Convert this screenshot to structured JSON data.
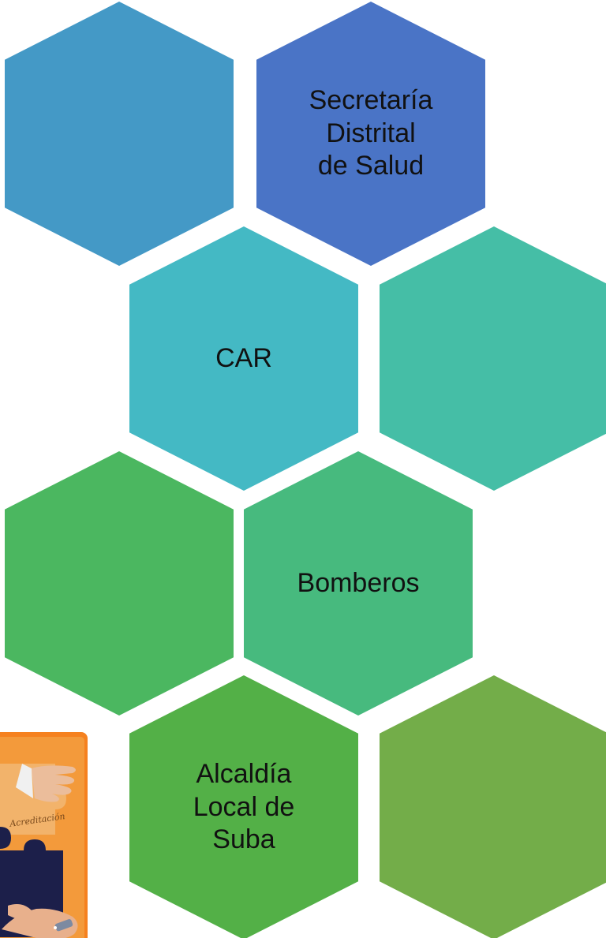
{
  "hexagons": [
    {
      "id": "h1",
      "label": "",
      "color": "#4499c6"
    },
    {
      "id": "h2",
      "label": "Secretaría\nDistrital\nde Salud",
      "color": "#4a74c6"
    },
    {
      "id": "h3",
      "label": "CAR",
      "color": "#44b9c4"
    },
    {
      "id": "h4",
      "label": "",
      "color": "#45bea6"
    },
    {
      "id": "h5",
      "label": "",
      "color": "#4bb760"
    },
    {
      "id": "h6",
      "label": "Bomberos",
      "color": "#47ba7e"
    },
    {
      "id": "h7",
      "label": "Alcaldía\nLocal de\nSuba",
      "color": "#53b047"
    },
    {
      "id": "h8",
      "label": "",
      "color": "#73ad49"
    }
  ],
  "puzzle_graphic": {
    "text": "Acreditación",
    "icon": "puzzle-hands-icon",
    "colors": {
      "frame": "#f5811f",
      "piece_light": "#f2b36b",
      "piece_dark": "#1c1f4a",
      "skin": "#e8b08c"
    }
  }
}
